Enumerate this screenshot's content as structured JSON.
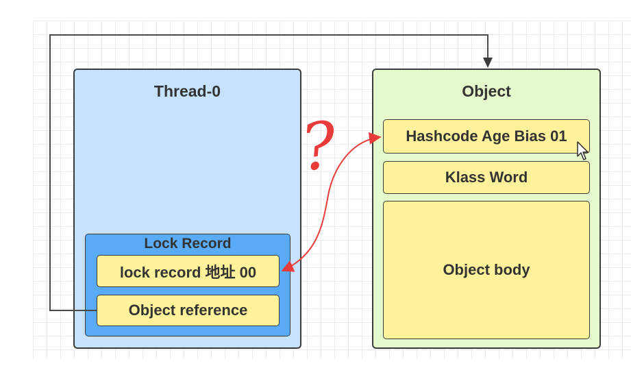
{
  "thread": {
    "title": "Thread-0",
    "lock_record": {
      "title": "Lock Record",
      "address_field": "lock  record 地址 00",
      "reference_field": "Object reference"
    }
  },
  "object": {
    "title": "Object",
    "fields": {
      "header": "Hashcode Age Bias 01",
      "klass": "Klass Word",
      "body": "Object body"
    }
  },
  "annotation": {
    "question_mark": "?"
  },
  "colors": {
    "thread_bg": "#c6e2fd",
    "lock_record_bg": "#5aabf6",
    "object_bg": "#e5f9cc",
    "field_bg": "#fff29b",
    "annotation_red": "#ea3b3b"
  },
  "icons": [
    "mouse-cursor-icon"
  ]
}
